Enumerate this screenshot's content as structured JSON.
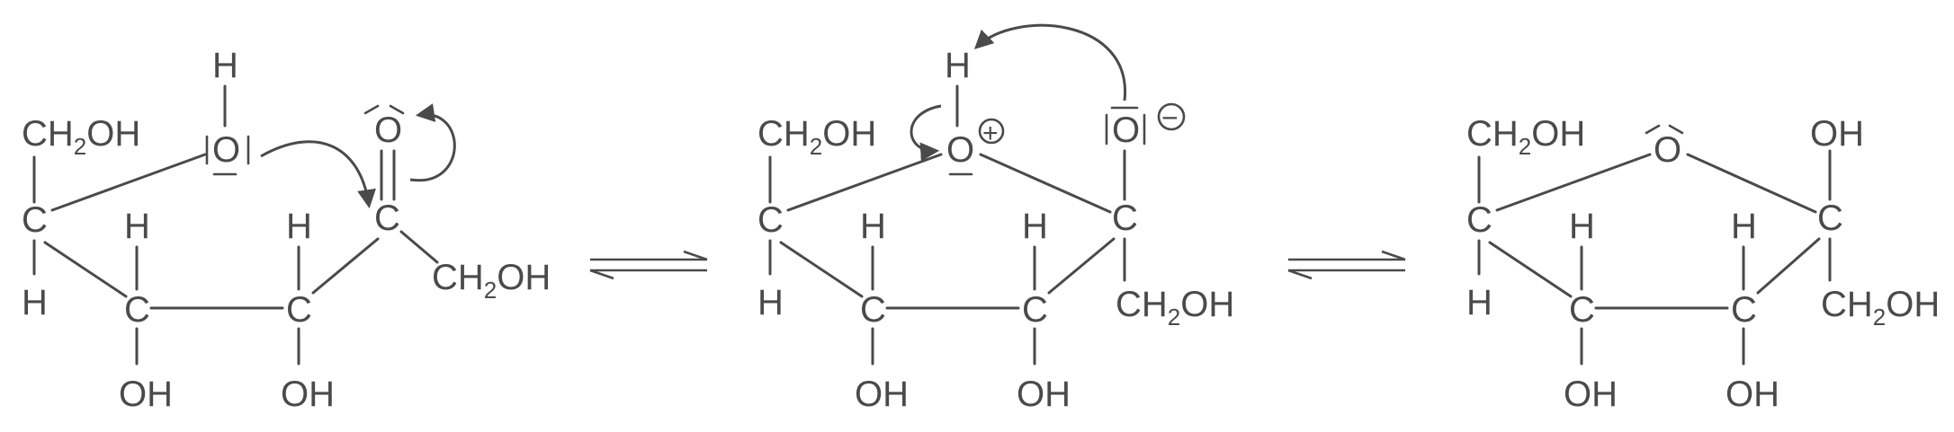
{
  "labels": {
    "ch2oh_top": "CH",
    "two": "2",
    "oh": "OH",
    "c": "C",
    "h": "H",
    "o": "O",
    "ch2oh_side": "CH",
    "plus": "+",
    "minus": "−"
  },
  "colors": {
    "ink": "#4a4a4a",
    "background": "#ffffff"
  }
}
